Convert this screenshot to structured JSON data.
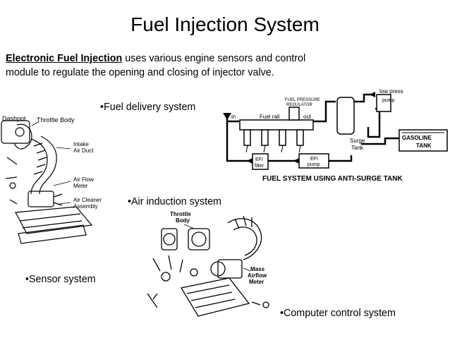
{
  "slide": {
    "title": "Fuel Injection System",
    "intro": {
      "lead": "Electronic Fuel Injection",
      "line1_rest": " uses various engine sensors and control",
      "line2": "module to regulate the opening and closing of injector valve."
    },
    "bullets": {
      "fuel_delivery": "•Fuel delivery system",
      "air_induction": "•Air induction system",
      "sensor": "•Sensor system",
      "computer": "•Computer control system"
    }
  },
  "sensor_diagram": {
    "labels": {
      "dashpot": "Dashpot",
      "throttle_body": "Throttle Body",
      "intake_1": "Intake",
      "intake_2": "Air Duct",
      "airflow_1": "Air Flow",
      "airflow_2": "Meter",
      "cleaner_1": "Air Cleaner",
      "cleaner_2": "Assembly"
    }
  },
  "fuel_diagram": {
    "labels": {
      "low_press_1": "low press",
      "low_press_2": "pump",
      "regulator_1": "FUEL PRESSURE",
      "regulator_2": "REGULATOR",
      "in": "in",
      "fuel_rail": "Fuel rail",
      "out": "out",
      "surge_1": "Surge",
      "surge_2": "Tank",
      "filter_1": "EFI",
      "filter_2": "filter",
      "pump_1": "EFI",
      "pump_2": "pump",
      "tank_1": "GASOLINE",
      "tank_2": "TANK",
      "caption": "FUEL SYSTEM USING ANTI-SURGE TANK"
    }
  },
  "air_diagram": {
    "labels": {
      "throttle_1": "Throttle",
      "throttle_2": "Body",
      "maf_1": "Mass",
      "maf_2": "Airflow",
      "maf_3": "Meter"
    }
  }
}
